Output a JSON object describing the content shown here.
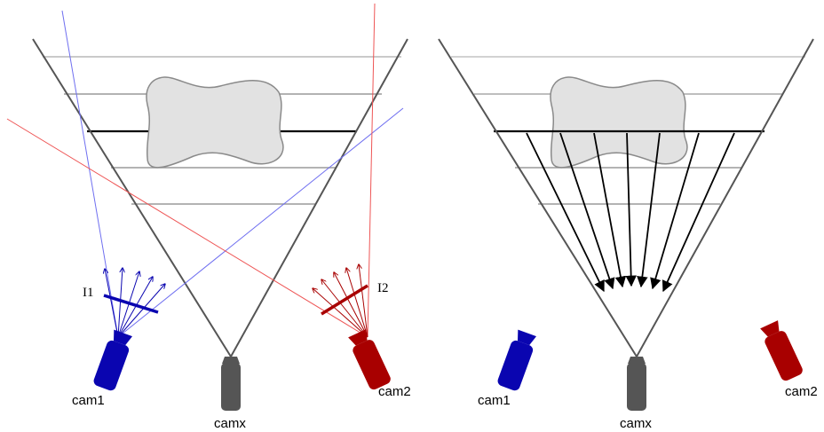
{
  "left_panel": {
    "cameras": {
      "cam1": "cam1",
      "cam2": "cam2",
      "camx": "camx"
    },
    "image_planes": {
      "I1": "I1",
      "I2": "I2"
    }
  },
  "right_panel": {
    "cameras": {
      "cam1": "cam1",
      "cam2": "cam2",
      "camx": "camx"
    }
  },
  "colors": {
    "cam1": "#0a05b0",
    "cam2": "#a80000",
    "camx": "#555555",
    "ray_blue": "#6f6ff0",
    "ray_red": "#ee5555",
    "object_fill": "#e2e2e2",
    "object_stroke": "#8a8a8a",
    "plane_line": "#9a9a9a",
    "active_plane": "#000000"
  }
}
